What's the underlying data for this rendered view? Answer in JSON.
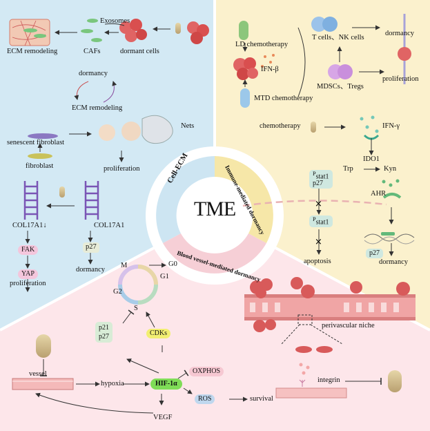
{
  "center": {
    "title": "TME",
    "segments": [
      "Cell-ECM",
      "Immune-mediated dormancy",
      "Blood vessel-mediated dormancy"
    ]
  },
  "cell_ecm": {
    "exosomes": "Exosomes",
    "ecm_remodeling_top": "ECM remodeling",
    "cafs": "CAFs",
    "dormant_cells": "dormant cells",
    "dormancy_cycle": "dormancy",
    "ecm_remodeling_cycle": "ECM remodeling",
    "nets": "Nets",
    "senescent_fibroblast": "senescent fibroblast",
    "fibroblast": "fibroblast",
    "proliferation_mid": "proliferation",
    "col17a1_left": "COL17A1↓",
    "col17a1_right": "COL17A1",
    "fak": "FAK",
    "p27": "p27",
    "yap": "YAP",
    "dormancy_bottom": "dormancy",
    "proliferation_bottom": "proliferation"
  },
  "immune": {
    "ld_chemo": "LD chemotherapy",
    "ifn_beta": "IFN-β",
    "mtd_chemo": "MTD chemotherapy",
    "t_nk": "T cells、NK cells",
    "mdsc_treg": "MDSCs、Tregs",
    "dormancy_top": "dormancy",
    "proliferation": "proliferation",
    "chemo": "chemotherapy",
    "ifn_gamma": "IFN-γ",
    "ido1": "IDO1",
    "trp": "Trp",
    "kyn": "Kyn",
    "ahr": "AHR",
    "phospho": "P",
    "stat1": "stat1",
    "p27_top": "p27",
    "apoptosis": "apoptosis",
    "p27_bottom": "p27",
    "dormancy_bottom": "dormancy"
  },
  "vessel": {
    "m": "M",
    "g0": "G0",
    "g1": "G1",
    "g2": "G2",
    "s": "S",
    "p21": "p21",
    "p27": "p27",
    "cdks": "CDKs",
    "vessel": "vessel",
    "hypoxia": "hypoxia",
    "hif1a": "HIF-1α",
    "oxphos": "OXPHOS",
    "ros": "ROS",
    "survival": "survival",
    "vegf": "VEGF",
    "perivascular_niche": "perivascular niche",
    "integrin": "integrin"
  }
}
